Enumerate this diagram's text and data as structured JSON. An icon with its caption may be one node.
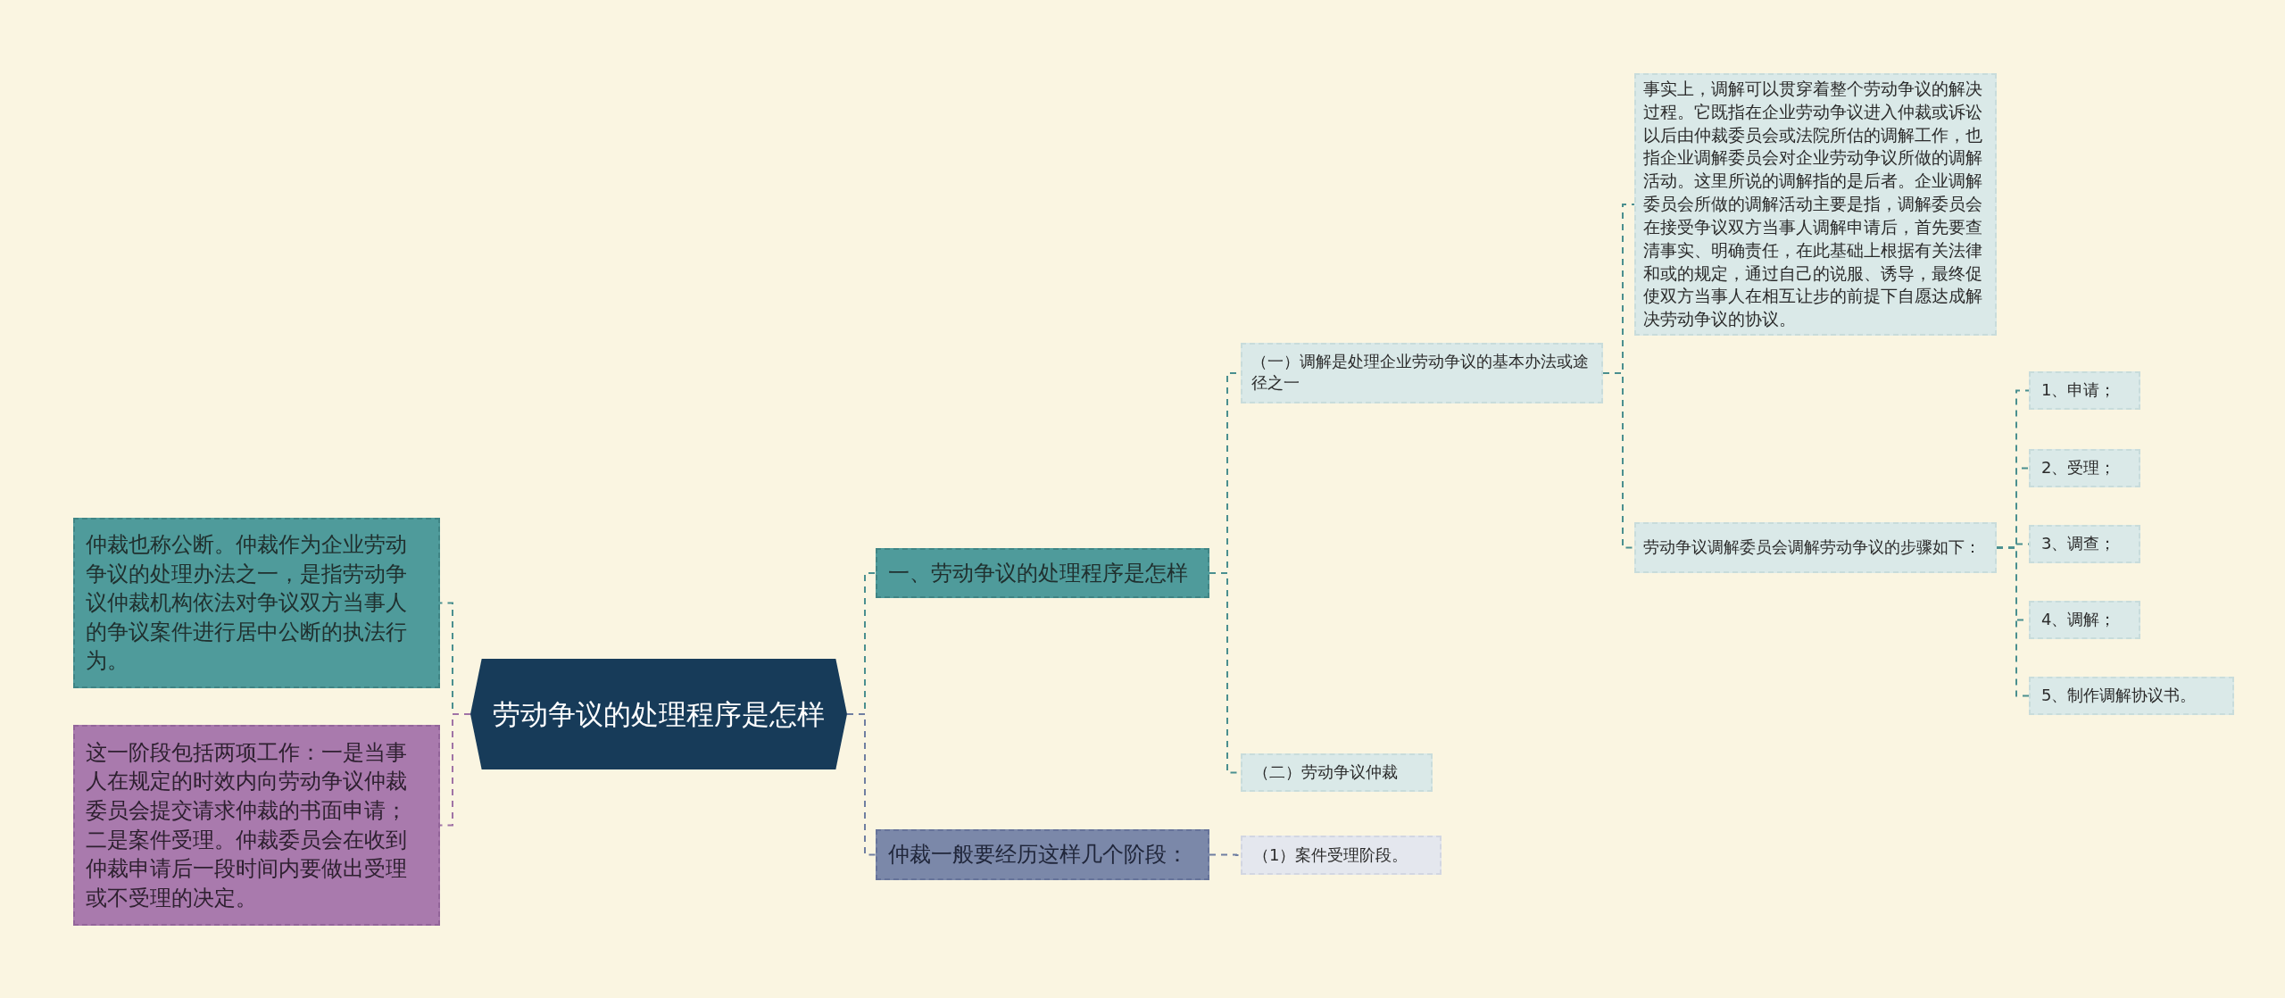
{
  "diagram": {
    "nodes": [
      {
        "text": [
          "劳动争议的处理程序是怎样"
        ]
      },
      {
        "text": [
          "仲裁也称公断。仲裁作为企业劳动争议的处理办法之一，是指劳动争议仲裁机构依法对争议双方当事人的争议案件进行居中公断的执法行为。"
        ]
      },
      {
        "text": [
          "这一阶段包括两项工作：一是当事人在规定的时效内向劳动争议仲裁委员会提交请求仲裁的书面申请；二是案件受理。仲裁委员会在收到仲裁申请后一段时间内要做出受理或不受理的决定。"
        ]
      },
      {
        "text": [
          "一、劳动争议的处理程序是怎样"
        ]
      },
      {
        "text": [
          "（一）调解是处理企业劳动争议的基本办法或途径之一"
        ]
      },
      {
        "text": [
          "事实上，调解可以贯穿着整个劳动争议的解决过程。它既指在企业劳动争议进入仲裁或诉讼以后由仲裁委员会或法院所估的调解工作，也指企业调解委员会对企业劳动争议所做的调解活动。这里所说的调解指的是后者。企业调解委员会所做的调解活动主要是指，调解委员会在接受争议双方当事人调解申请后，首先要查清事实、明确责任，在此基础上根据有关法律和或的规定，通过自己的说服、诱导，最终促使双方当事人在相互让步的前提下自愿达成解决劳动争议的协议。"
        ]
      },
      {
        "text": [
          "劳动争议调解委员会调解劳动争议的步骤如下："
        ]
      },
      {
        "text": [
          "1、申请；"
        ]
      },
      {
        "text": [
          "2、受理；"
        ]
      },
      {
        "text": [
          "3、调查；"
        ]
      },
      {
        "text": [
          "4、调解；"
        ]
      },
      {
        "text": [
          "5、制作调解协议书。"
        ]
      },
      {
        "text": [
          "（二）劳动争议仲裁"
        ]
      },
      {
        "text": [
          "仲裁一般要经历这样几个阶段："
        ]
      },
      {
        "text": [
          "（1）案件受理阶段。"
        ]
      }
    ],
    "edges": [
      {
        "from": 0,
        "to": 1,
        "arrow": "none",
        "style": "dashed"
      },
      {
        "from": 0,
        "to": 2,
        "arrow": "none",
        "style": "dashed",
        "color": "#a073a6"
      },
      {
        "from": 0,
        "to": 3,
        "arrow": "none",
        "style": "dashed"
      },
      {
        "from": 3,
        "to": 4,
        "arrow": "none",
        "style": "dashed"
      },
      {
        "from": 4,
        "to": 5,
        "arrow": "none",
        "style": "dashed"
      },
      {
        "from": 4,
        "to": 6,
        "arrow": "none",
        "style": "dashed"
      },
      {
        "from": 6,
        "to": 7,
        "arrow": "none",
        "style": "dashed"
      },
      {
        "from": 6,
        "to": 8,
        "arrow": "none",
        "style": "dashed"
      },
      {
        "from": 6,
        "to": 9,
        "arrow": "none",
        "style": "dashed"
      },
      {
        "from": 6,
        "to": 10,
        "arrow": "none",
        "style": "dashed"
      },
      {
        "from": 6,
        "to": 11,
        "arrow": "none",
        "style": "dashed"
      },
      {
        "from": 3,
        "to": 12,
        "arrow": "none",
        "style": "dashed"
      },
      {
        "from": 0,
        "to": 13,
        "arrow": "none",
        "style": "dashed",
        "color": "#6f7ea1"
      },
      {
        "from": 13,
        "to": 14,
        "arrow": "none",
        "style": "dashed",
        "color": "#6f7ea1"
      }
    ]
  }
}
